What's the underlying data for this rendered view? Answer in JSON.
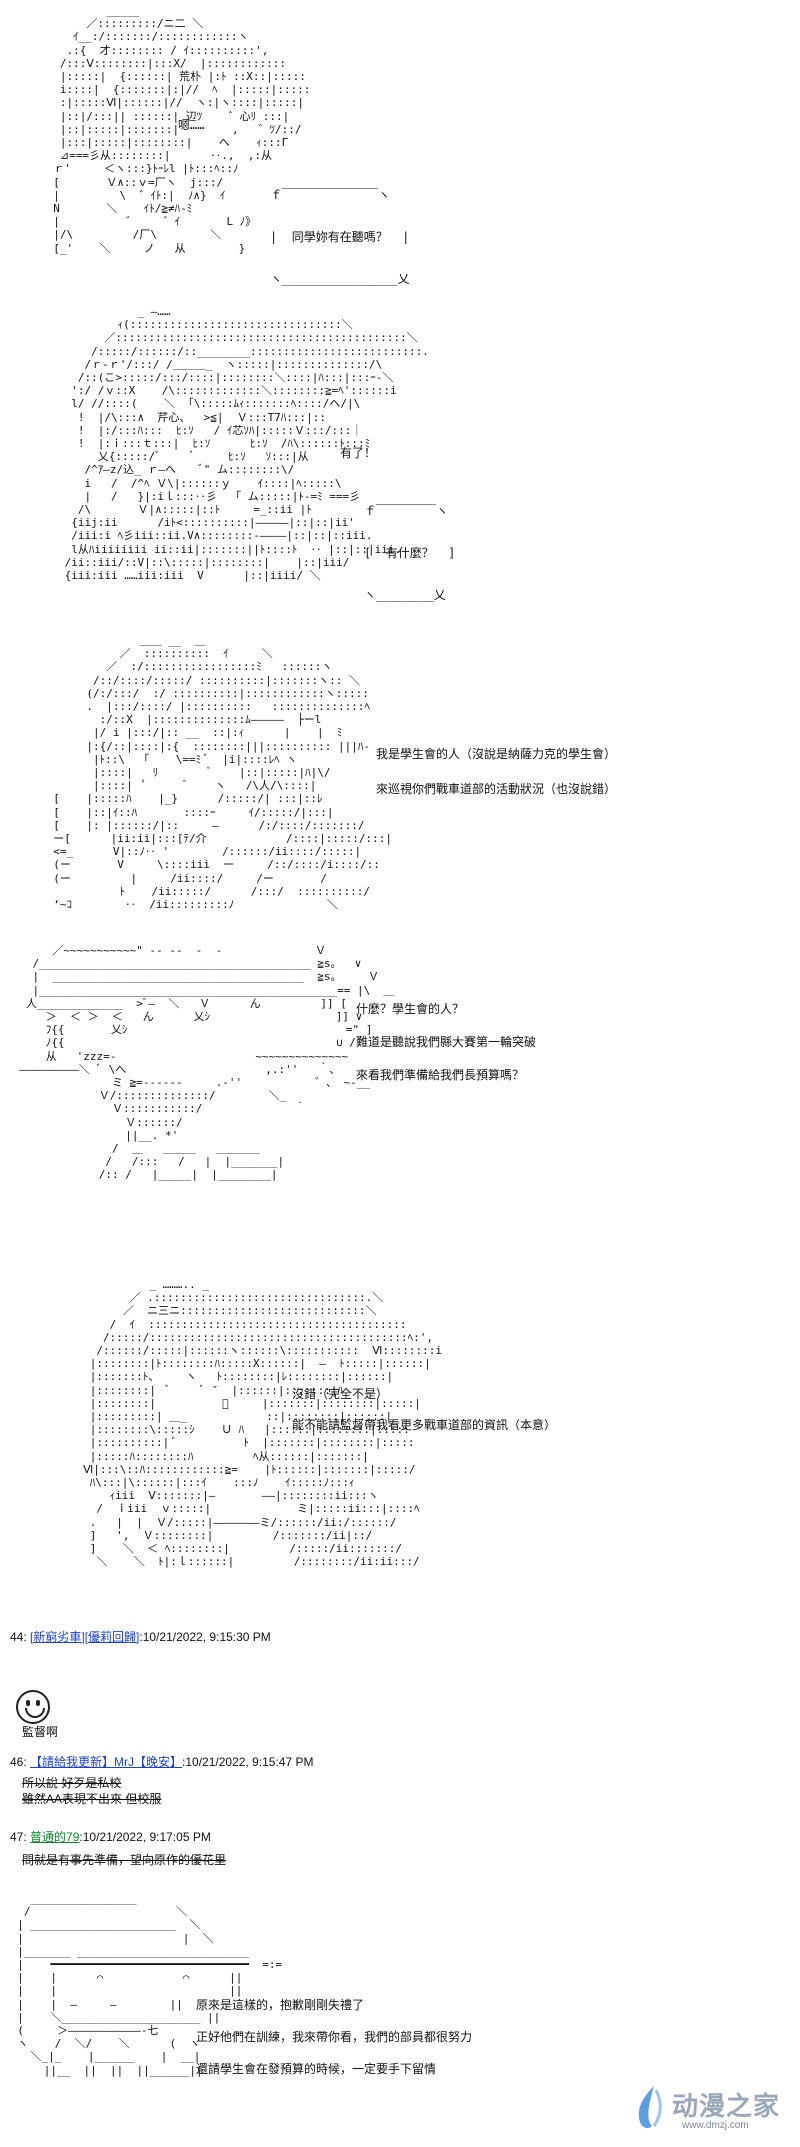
{
  "panels": [
    {
      "art": "          _____\n       ／:::::::::/ニ二 ＼\n     ｲ__:/:::::::/::::::::::::ヽ\n    .:{  才:::::::: / ｲ::::::::::',\n   /:::Ⅴ::::::::|:::X/  |::::::::::::\n   |:::::|  {::::::| 荒朴 |:ﾄ ::X::|:::::\n   i::::|  {:::::::|:|//  ﾍ  |:::::|:::::\n   :|:::::Ⅵ|::::::|//  ヽ:|ヽ::::|:::::|\n   |::|/:::|| ::::::| 辺ﾂ    ゛心ﾘ :::|\n   |::|:::::|:::::::|        ,   ゛ﾂ/::/\n   |:::|:::::|::::::::|    へ    ｨ:::Γ\n   ⊿===彡从::::::::|      ‥.,  ,:从\n  ｒ'     ＜ヽ:::}ﾄｰﾚl |ﾄ:::ﾍ::ﾉ\n  [       Ｖ∧::ｖ=厂ヽ  j:::/\n  |         \\  ゛ｲﾄ:|  ﾉ∧}  ｲ\n  N       ＼    ｲﾄ/≧≠ﾊ-ﾐ\n  |          ゛    ゛ｲ       L ﾉ》\n  |/\\         /厂\\        ＼\n  [_'    ＼     ノ   从        }",
      "bubbles": [
        "同學妳有在聽嗎？"
      ],
      "side": "嗯……"
    },
    {
      "art": "            _ ―……\n         ｨ(::::::::::::::::::::::::::::::::＼\n       ／::::::::::::::::::::::::::::::::::::::::::::＼\n     /:::::/::::::/::________::::::::::::::::::::::::::.\n    /ｒ-ｒ'/:::/ /＿＿＿_  ヽ:::::|::::::::::::::/\\\n   /::(こ>:::::/:::/::::|::::::::＼::::|ﾊ:::|:::ｰ-＼\n  ':/ /ｖ::X    /\\:::::::::::::＼::::::::≧=ﾍ'::::::i\n  l/ //::::(    ＼  ｢\\:::::ﾑｨ:::::::ﾍ::::/へ/|\\\n   !  |/\\:::∧  芹心、  >≦|  Ｖ:::T7ﾊ:::|::\n   !  |:/:::ﾊ:::  ﾋ:ｿ   / ｲ芯ｿﾊ|:::::Ｖ:::/:::｜\n   !  |:ｉ:::ｔ:::|  ﾋ:ｿ      ﾋ:ｿ  /ﾊ\\::::::ﾄ:::ﾐ\n      乂{:::::/ﾞ     ﾞ     ﾋ:ｿ   ｿ:::|从\n    /^ｱ―z/込_ ｒ―へ    ﾞ\" ム::::::::\\/\n    i   /  /^ﾍ Ｖ\\|::::::ｙ    ｲ::::|ﾍ:::::\\\n    |   /   }|:iｌ:::‥彡  「 ム:::::|ﾄ-=ﾐ ===彡\n   /\\       Ｖ|∧:::::|::ﾄ     =_::ii |ﾄ\n  {iij:ii      /iﾄ<::::::::::|―――――|::|::|ii'\n  /iii:i ﾍ彡iii::ii.V∧::::::::-――――|::|::|::iii.\n  l从ﾊiiiiiiii ii::ii|:::::::||ﾄ::::ﾄ  ‥ |::|::|iii.\n /ii::iii/::V|::\\:::::|::::::::|    |::|iii/\n {iii:iii ……iii:iii  V      |::|iiii/ ＼",
      "bubbles": [
        "有什麼？"
      ],
      "side": "有了！"
    },
    {
      "art": "               ＿＿ __  ＿\n            ／  ::::::::::  ｲ     ＼\n          ／  :/:::::::::::::::::ﾐ   ::::::ヽ\n        /::/::::/:::::/ ::::::::::|:::::::ヽ:: ＼\n       (/:/:::/  :/ ::::::::::|::::::::::::ヽ:::::\n       .  |:::/::::/ |::::::::::   ::::::::::::::ﾍ\n         :/::X  |::::::::::::::ﾑ―――――  ├ーl\n        |/ i |:::/|:: __  ::|:ｨ      |    |  ﾐ\n       |:{/::|::::|:{  ::::::::|||:::::::::: |||ﾊ-\n        |ﾄ::\\  「    \\==ﾐ ﾞ  |i|::::ﾚﾍ ヽ\n        |::::|   ﾘ        ﾞ    |::|:::::|ﾊ|\\/\n        |::::|  ﾟ      ﾞ    ヽ   /\\人/\\::::|\n  [    |:::::ﾊ    |_}      /:::::/| :::|::ﾚ\n  [    |::|ｲ::ﾊ       ::::ｰ     ｲ/:::::/|:::|\n  [    |: |::::::/|::     ―      /:/::::/:::::::/\n  ー[      |ii:ii|:::[ﾃ/介            /::::|:::::/:::|\n  <=_      V|::ﾉ‥ '        /::::::/ii::::/:::::|\n  (ー       V     \\::::iii  ー     /::/::::/i::::/::\n  (ー         |     /ii::::/     /ー       /\n            ﾄ    /ii:::::/      /:::/  ::::::::::/\n  ‘~ｺ        ‥  /ii:::::::::ﾉ              ＼",
      "bubbles": [],
      "lines": [
        "我是學生會的人（沒說是納薩力克的學生會）",
        "來巡視你們戰車道部的活動狀況（也沒說錯）"
      ]
    },
    {
      "art": "       ／~~~~~~~~~~~\" -- --  -  -              Ｖ\n    /_________________________________________ ≧s。  ∨\n    |  ______________________________________  ≧s。    Ｖ\n    |_____________________________________________== |\\  ＿\n   人_____________  >ﾞ―  ＼   Ｖ      ん         ]] [\n      ＞  ＜ ＞  ＜   ん      乂ｼ                   ]] ∨\n      ﾌ{{       乂ｼ                                 =\" ]\n      ﾉ{{                                         ∪ /\n      从   'zzz=-                     ~~~~~~~~~~~~~~\n  ―――――――――＼ ﾞ \\へ                     ,.:''   ｀、\n                ミ ≧=------     .-''           ゛、 ~-__\n              Ｖ/::::::::::::::/        ＼_\n                Ｖ:::::::::::/              ｀\n                  Ｖ::::::/\n                  ||__. *'\n                /  ＿   ＿＿＿   ＿＿＿＿\n               /   /:::   /   |  |_______|\n              /:: /   |_____|  |________|",
      "bubbles": [],
      "lines": [
        "什麼？學生會的人？",
        "難道是聽說我們縣大賽第一輪突破",
        "來看我們準備給我們長預算嗎？"
      ]
    },
    {
      "art": "               _ ……….. _\n            ／ .::::::::::::::::::::::::::::::::.＼\n           ／  ニ三ニ::::::::::::::::::::::::::::＼\n         /  ｲ  :::::::::::::::::::::::::::::::::::::::\n        /:::::/:::::::::::::::::::::::::::::::::::::::ﾍ:',\n       /::::::/:::::|::::::ヽ::::::\\:::::::::::  Ⅵ::::::::i\n      |::::::::|ﾄ::::::::ﾊ:::::X::::::|  ―  ﾄ:::::|::::::|\n      |:::::::ﾄ、    ヽ   ﾄ::::::::|ﾚ::::::::|::::::|\n      |::::::::|  ﾞ     ﾞ ″  |::::::|:::::::|ﾊ\n      |::::::::|          ﾞ     |:::::::|::::::::|:::::|\n      |:::::::::| ＿_            ::|::::::::|::::::|\n      |::::::::\\:::::ｼ    Ｕ ﾊ   |::::::|::::::::|:::::\n      |::::::::::| ﾞ          ﾄ  |:::::::|::::::::|:::::\n      |:::::ﾊ::::::::ﾊ         ﾍ从::::::|:::::::|\n     Ⅵ|:::\\::ﾊ::::::::::::≧=    |ﾄ::::::|:::::::|:::::/\n      ﾊ\\:::|\\::::::|:::ｲ    :::ﾉ    ｲ:::::ﾉ:::ｨ\n         ｨiii  Ⅴ:::::::|―       ――|::::::::ii:::ヽ\n       /  ｉiii  ｖ:::::|             ミ|:::::ii:::|::::ﾍ\n      .   |  |  Ｖ/:::::|―――――――ミ/::::::/ii:/::::::/\n      ]   ',  Ｖ::::::::|         /:::::::/ii|::/\n      ]    ＼  ＜ ﾍ::::::::|         /:::::/ii:::::::/\n       ＼    ＼  ﾄ|:ｌ::::::|         /::::::::/ii:ii:::/",
      "bubbles": [],
      "lines": [
        "沒錯（完全不是）",
        "能不能請監督帶我看更多戰車道部的資訊（本意）"
      ]
    },
    {
      "art": "    ________________\n   /                      ＼\n  | ______________________  ＼\n  |                        |  ＼\n  |_______ __________________________\n  |    ━━━━━━━━━━━━━━━━━━━━━━━━━━━━━━  =:=\n  |    |      ⌒            ⌒      ||\n  |    |                          ||\n  |    |  ―     ―        ||\n  |    ＼_____________________ ||\n  (     ＞―――――――――――-七\n  ヽ    /  ＼/    ＼      (  ヽ\n    ＼_|_    |______    |  __|\n      ||__  ||  ||  ||______||"
    }
  ],
  "posts": {
    "p44": {
      "number": "44:",
      "tags": "[新窮劣車][優莉回歸]",
      "time": ":10/21/2022, 9:15:30 PM",
      "body": "監督啊"
    },
    "p46": {
      "number": "46:",
      "tags": "【請給我更新】MrJ【晚安】",
      "time": ":10/21/2022, 9:15:47 PM",
      "body1": "所以說 好歹是私校",
      "body2": "雖然AA表現不出來 但校服"
    },
    "p47": {
      "number": "47:",
      "tags": "普通的79",
      "time": ":10/21/2022, 9:17:05 PM",
      "body": "問就是有事先準備，望向原作的優花里"
    }
  },
  "final_lines": [
    "原來是這樣的，抱歉剛剛失禮了",
    "正好他們在訓練，我來帶你看，我們的部員都很努力",
    "還請學生會在發預算的時候，一定要手下留情"
  ],
  "watermark": {
    "title": "动漫之家",
    "url": "www.dmzj.com"
  },
  "colors": {
    "link": "#1a3fd6",
    "green_name": "#0a8a2a",
    "watermark": "#9aa7b8"
  }
}
